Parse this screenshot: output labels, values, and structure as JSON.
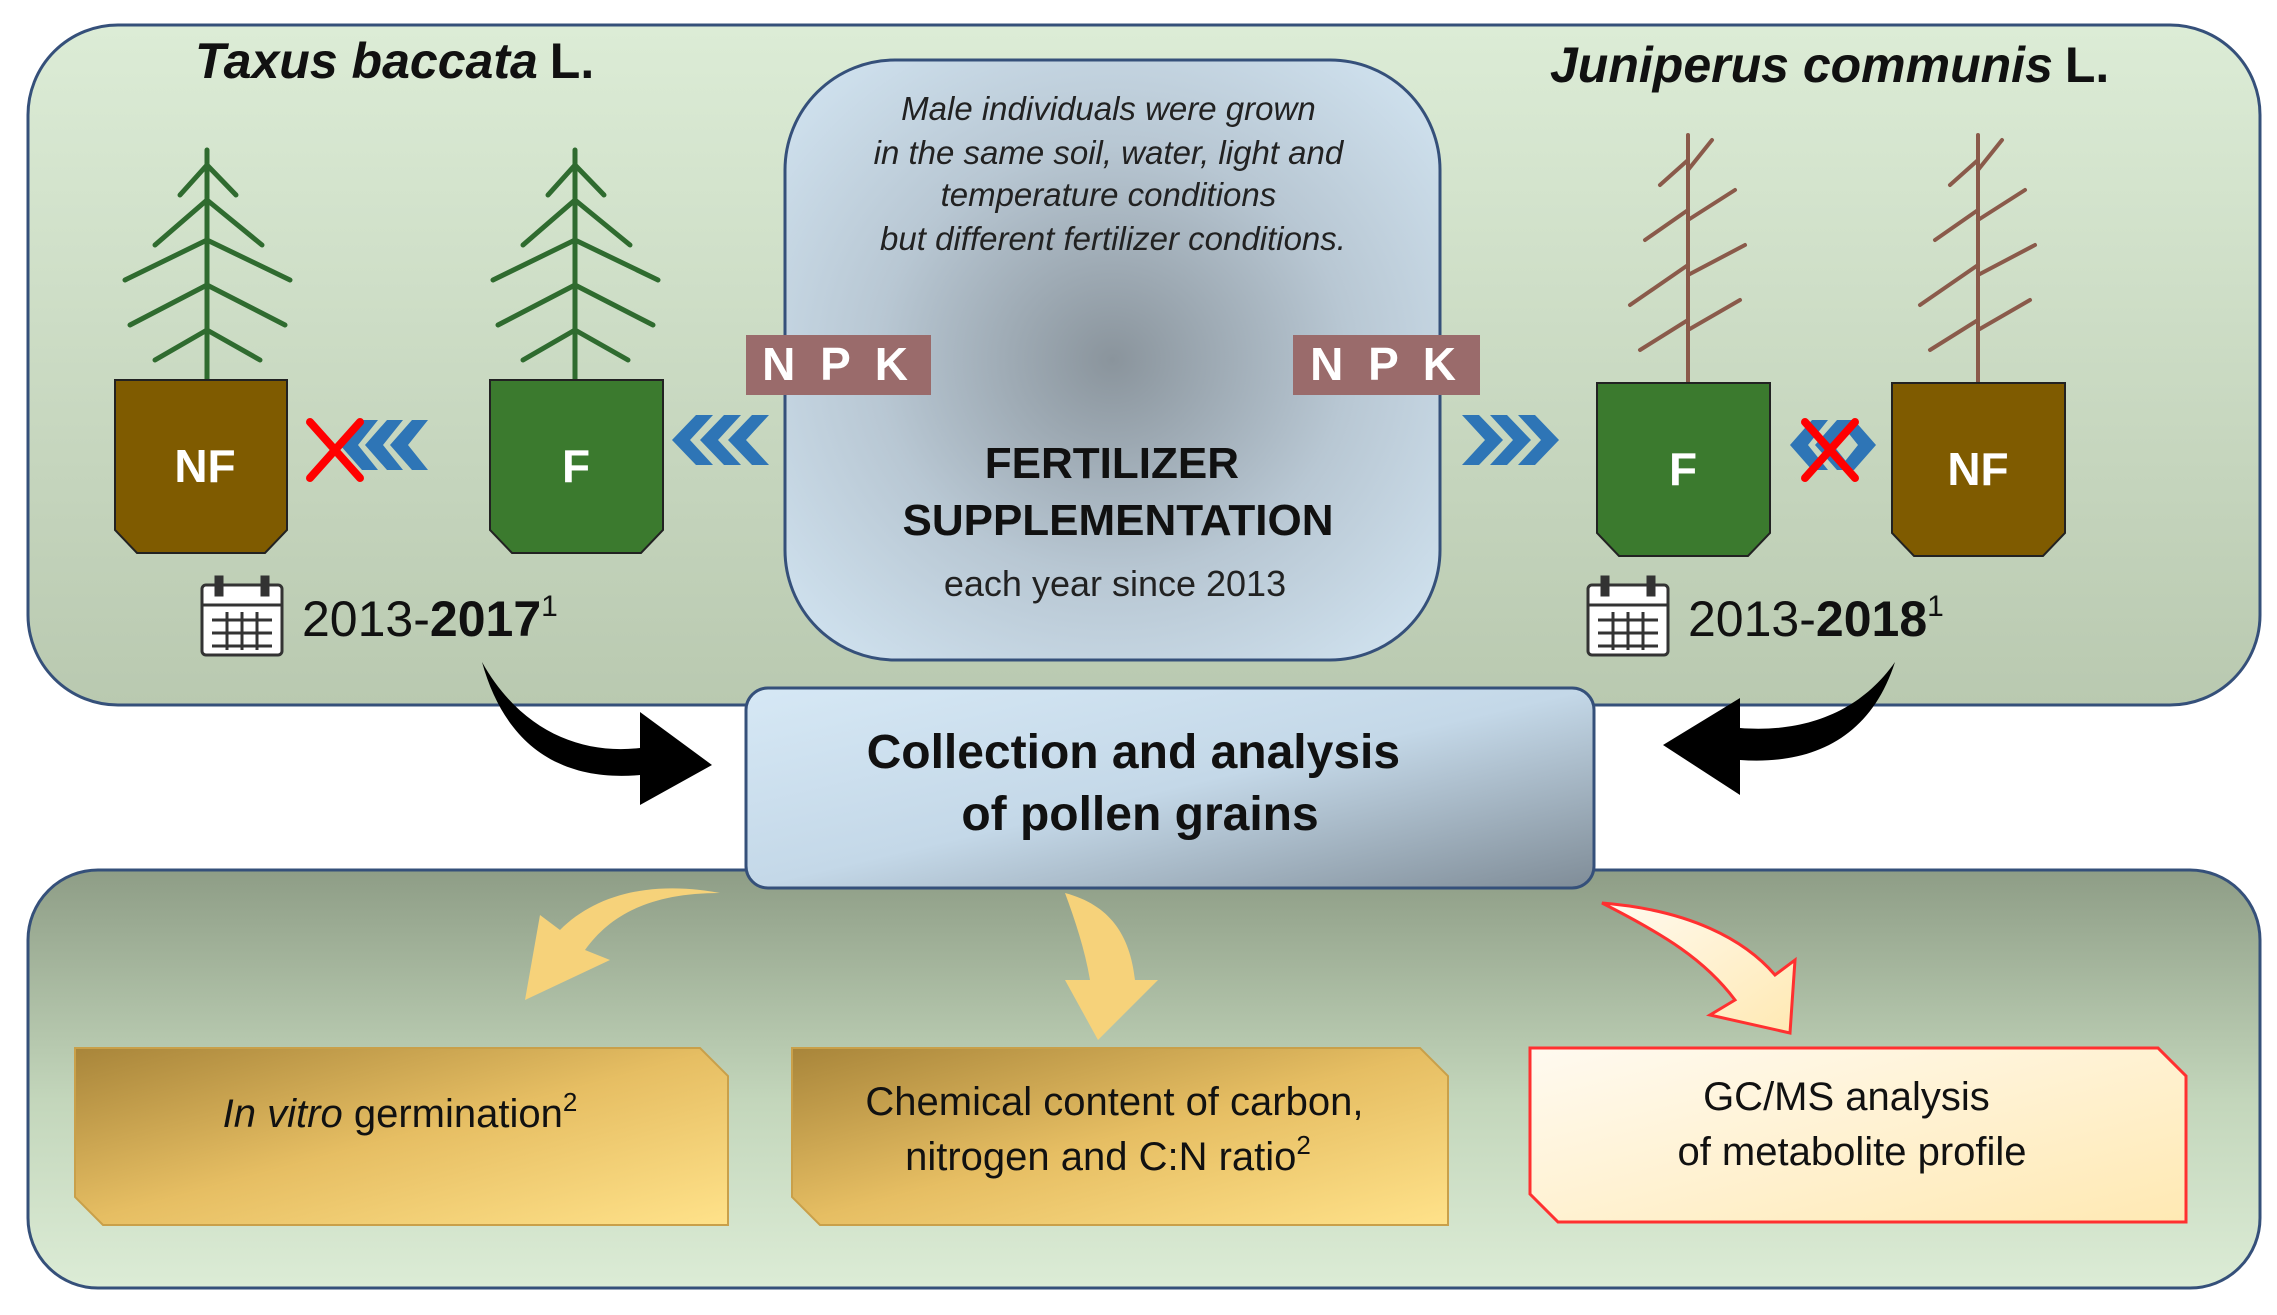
{
  "species": {
    "left": {
      "name": "Taxus baccata",
      "author": "L."
    },
    "right": {
      "name": "Juniperus communis",
      "author": "L."
    }
  },
  "pots": {
    "nf_label": "NF",
    "f_label": "F"
  },
  "npk_label": "N P K",
  "center_box": {
    "note_lines": [
      "Male individuals were grown",
      "in the same soil, water, light and",
      "temperature conditions",
      "but different fertilizer conditions."
    ],
    "title_line1": "FERTILIZER",
    "title_line2": "SUPPLEMENTATION",
    "subtitle": "each year since 2013"
  },
  "years": {
    "left": {
      "start": "2013-",
      "end": "2017",
      "sup": "1"
    },
    "right": {
      "start": "2013-",
      "end": "2018",
      "sup": "1"
    }
  },
  "collection_box": {
    "line1": "Collection and analysis",
    "line2": "of pollen grains"
  },
  "analyses": {
    "germination": {
      "italic": "In vitro",
      "text": " germination",
      "sup": "2"
    },
    "chemical": {
      "line1": "Chemical content of carbon,",
      "line2": "nitrogen and C:N ratio",
      "sup": "2"
    },
    "gcms": {
      "line1": "GC/MS analysis",
      "line2": "of metabolite profile"
    }
  },
  "colors": {
    "panel_light": "#d9ead3",
    "panel_border": "#2f4f8a",
    "pot_brown": "#7f5b00",
    "pot_green": "#3b7a2e",
    "npk_bg": "#9a6b6b",
    "chevron_blue": "#2e75b6",
    "cross_red": "#ff0000",
    "gold": "#f3c55a",
    "gcms_border": "#ff3030",
    "gcms_fill": "#fff4d6"
  }
}
